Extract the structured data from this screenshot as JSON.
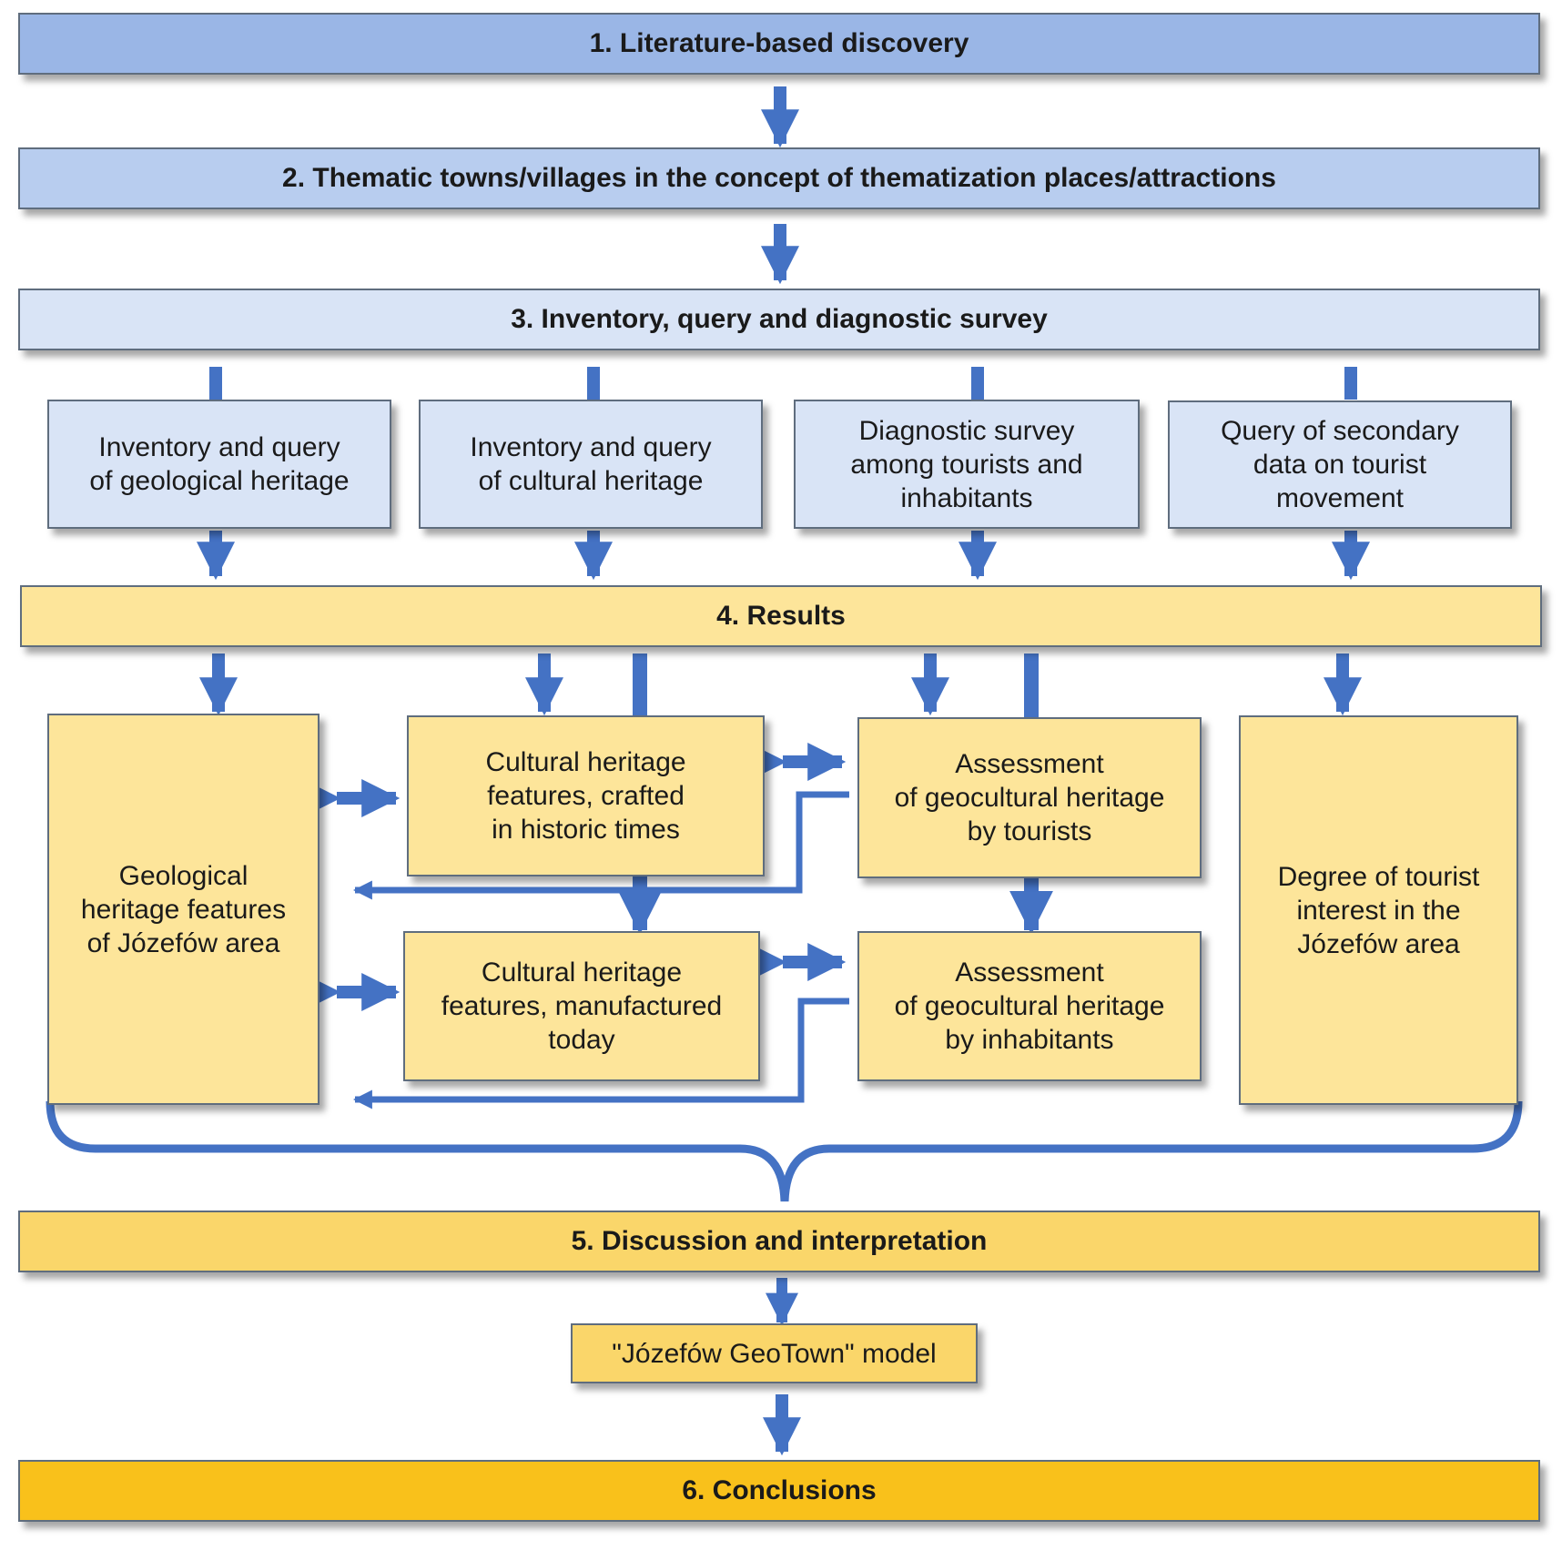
{
  "colors": {
    "arrow": "#4472c4",
    "stage1": "#9ab6e6",
    "stage2": "#b8cdef",
    "stage3": "#d9e4f6",
    "results": "#fde59a",
    "discussion": "#fad66a",
    "conclusions": "#f9c11b"
  },
  "stages": {
    "s1": "1. Literature-based discovery",
    "s2": "2. Thematic towns/villages in the concept of thematization places/attractions",
    "s3": "3. Inventory, query and diagnostic survey",
    "s4": "4. Results",
    "s5": "5. Discussion and interpretation",
    "s6": "6. Conclusions"
  },
  "methods": [
    "Inventory and query\nof geological heritage",
    "Inventory and query\nof cultural heritage",
    "Diagnostic survey\namong tourists and\ninhabitants",
    "Query of secondary\ndata on tourist\nmovement"
  ],
  "results": {
    "geological": "Geological\nheritage features\nof Józefów area",
    "cultural_historic": "Cultural heritage\nfeatures, crafted\nin historic times",
    "cultural_today": "Cultural heritage\nfeatures, manufactured\ntoday",
    "assessment_tourists": "Assessment\nof geocultural heritage\nby tourists",
    "assessment_inhabitants": "Assessment\nof geocultural heritage\nby inhabitants",
    "tourist_interest": "Degree of tourist\ninterest in the\nJózefów area"
  },
  "model": "\"Józefów GeoTown\" model"
}
